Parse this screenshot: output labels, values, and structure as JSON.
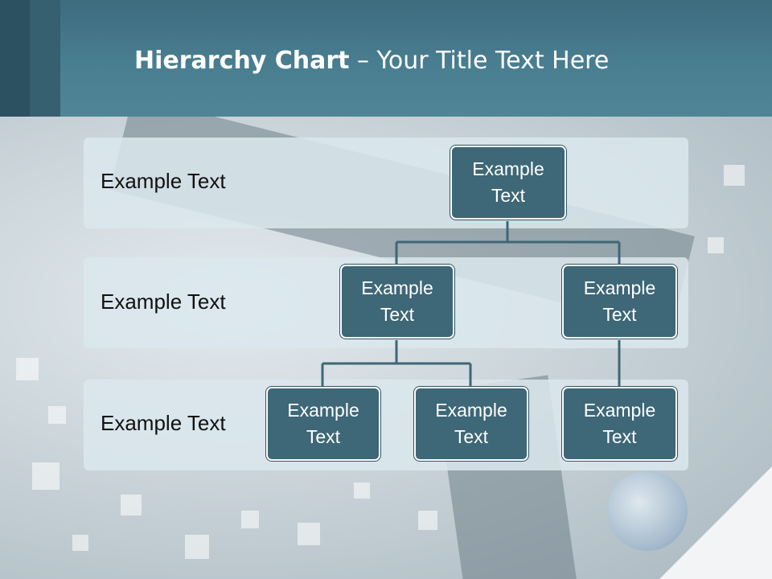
{
  "header": {
    "title_bold": "Hierarchy Chart",
    "title_rest": " – Your Title Text Here"
  },
  "levels": [
    {
      "label": "Example Text"
    },
    {
      "label": "Example Text"
    },
    {
      "label": "Example Text"
    }
  ],
  "nodes": {
    "root": {
      "line1": "Example",
      "line2": "Text"
    },
    "mid_left": {
      "line1": "Example",
      "line2": "Text"
    },
    "mid_right": {
      "line1": "Example",
      "line2": "Text"
    },
    "bottom_1": {
      "line1": "Example",
      "line2": "Text"
    },
    "bottom_2": {
      "line1": "Example",
      "line2": "Text"
    },
    "bottom_3": {
      "line1": "Example",
      "line2": "Text"
    }
  },
  "colors": {
    "header": "#4a7f92",
    "node_fill": "#3e6777",
    "connector": "#3e6777",
    "band": "#dae8ed"
  }
}
